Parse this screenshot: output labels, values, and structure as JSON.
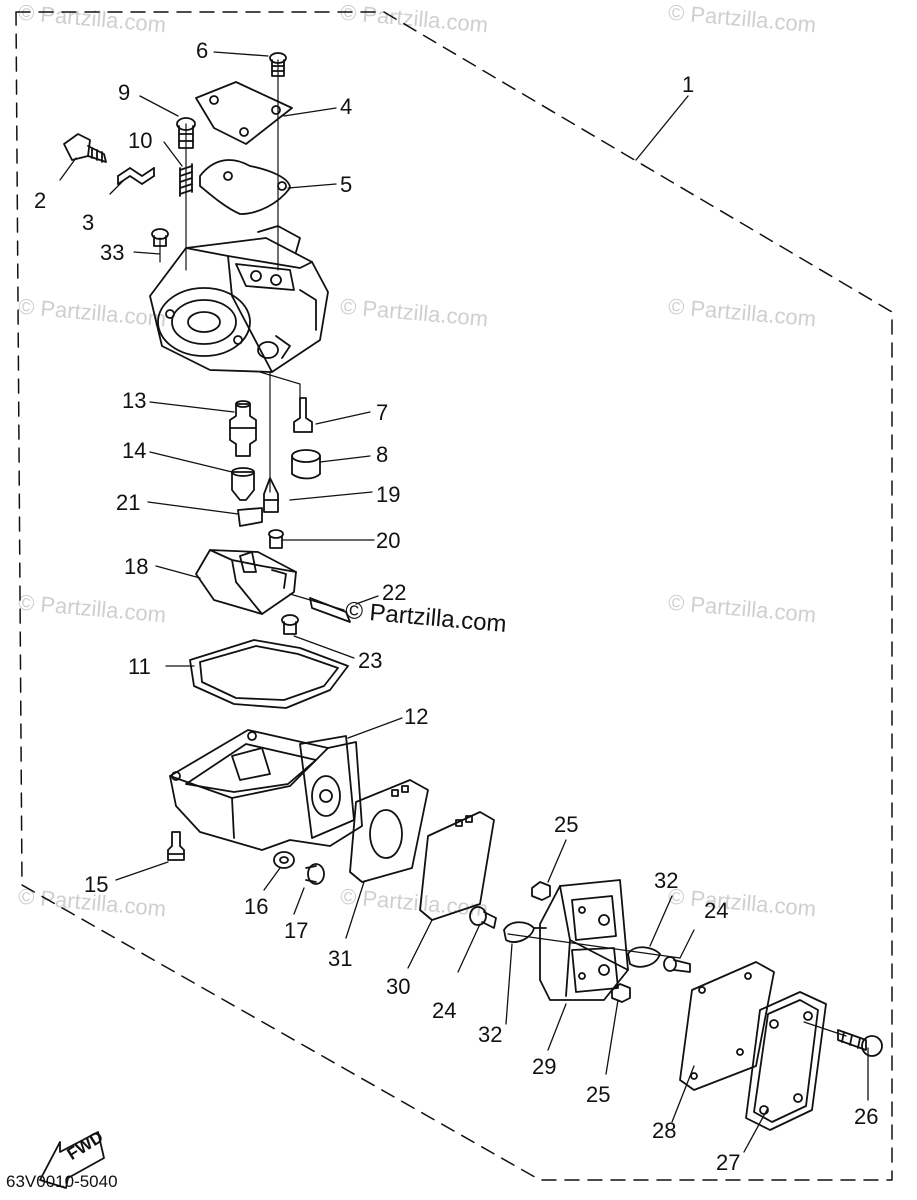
{
  "diagram_code": "63V0010-5040",
  "fwd_label": "FWD",
  "watermark": "© Partzilla.com",
  "callouts": {
    "c1": "1",
    "c2": "2",
    "c3": "3",
    "c4": "4",
    "c5": "5",
    "c6": "6",
    "c7": "7",
    "c8": "8",
    "c9": "9",
    "c10": "10",
    "c11": "11",
    "c12": "12",
    "c13": "13",
    "c14": "14",
    "c15": "15",
    "c16": "16",
    "c17": "17",
    "c18": "18",
    "c19": "19",
    "c20": "20",
    "c21": "21",
    "c22": "22",
    "c23": "23",
    "c24a": "24",
    "c24b": "24",
    "c25a": "25",
    "c25b": "25",
    "c26": "26",
    "c27": "27",
    "c28": "28",
    "c29": "29",
    "c30": "30",
    "c31": "31",
    "c32a": "32",
    "c32b": "32",
    "c33": "33"
  },
  "colors": {
    "line": "#111111",
    "watermark": "#cfcfcf"
  }
}
